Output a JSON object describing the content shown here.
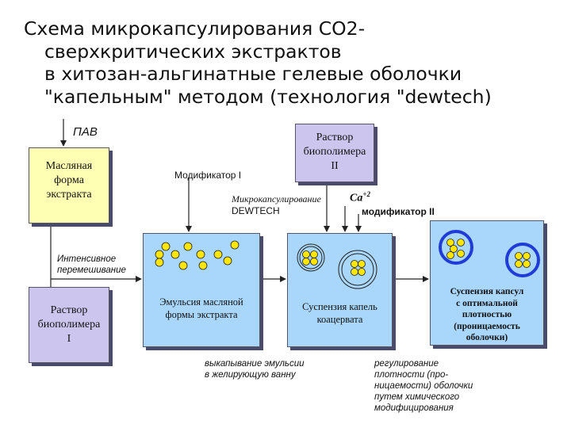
{
  "title": {
    "line1": "Схема микрокапсулирования CO2-",
    "line2": "сверхкритических экстрактов",
    "line3": "в хитозан-альгинатные гелевые оболочки",
    "line4": "\"капельным\" методом (технология \"dewtech)"
  },
  "labels": {
    "pav": "ПАВ",
    "modifier1": "Модификатор I",
    "microencapsulation": "Микрокапсулирование",
    "dewtech": "DEWTECH",
    "ca": "Ca",
    "ca_sup": "+2",
    "modifier2": "модификатор II",
    "intensive_1": "Интенсивное",
    "intensive_2": "перемешивание",
    "drip_1": "выкапывание эмульсии",
    "drip_2": "в желирующую ванну",
    "reg_1": "регулирование",
    "reg_2": "плотности (про-",
    "reg_3": "ницаемости) оболочки",
    "reg_4": "путем химического",
    "reg_5": "модифицирования"
  },
  "boxes": {
    "oil_form": [
      "Масляная",
      "форма",
      "экстракта"
    ],
    "biopolymer2": [
      "Раствор",
      "биополимера",
      "II"
    ],
    "biopolymer1": [
      "Раствор",
      "биополимера",
      "I"
    ],
    "emulsion": [
      "Эмульсия масляной",
      "формы экстракта"
    ],
    "suspension_drops": [
      "Суспензия капель",
      "коацервата"
    ],
    "suspension_caps": [
      "Суспензия капсул",
      "с оптимальной",
      "плотностью",
      "(проницаемость",
      "оболочки)"
    ]
  },
  "colors": {
    "yellow_box": "#ffffb4",
    "violet_box": "#ccc6ee",
    "blue_box": "#a9d6fb",
    "droplet": "#ffe600",
    "capsule_ring": "#1f3cd6"
  }
}
